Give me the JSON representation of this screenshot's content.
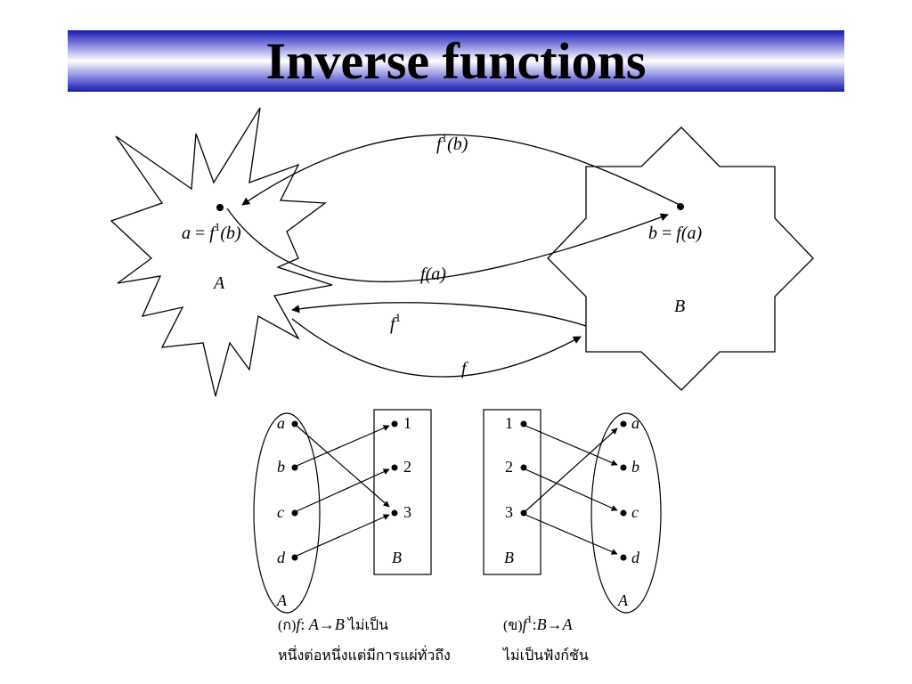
{
  "title": "Inverse functions",
  "top": {
    "set_a_label": "A",
    "set_b_label": "B",
    "point_a": {
      "lhs": "a",
      "eq": " = ",
      "fn": "f",
      "sup": "1",
      "arg": "(b)"
    },
    "point_b": {
      "lhs": "b",
      "eq": " = ",
      "fn": "f",
      "arg": "(a)"
    },
    "arrow_finv_b": {
      "fn": "f",
      "sup": "1",
      "arg": "(b)"
    },
    "arrow_f_a": {
      "fn": "f",
      "arg": "(a)"
    },
    "arrow_finv": {
      "fn": "f",
      "sup": "1"
    },
    "arrow_f": {
      "fn": "f"
    }
  },
  "left_mapping": {
    "domain_label": "A",
    "codomain_label": "B",
    "domain": [
      "a",
      "b",
      "c",
      "d"
    ],
    "codomain": [
      "1",
      "2",
      "3"
    ],
    "caption_line1_prefix": "(ก)",
    "caption_fn": "f",
    "caption_sep": ": ",
    "caption_from": "A",
    "caption_arrow": "→",
    "caption_to": "B",
    "caption_line1_suffix": " ไม่เป็น",
    "caption_line2": "หนึ่งต่อหนึ่งแต่มีการแผ่ทั่วถึง"
  },
  "right_mapping": {
    "domain_label": "B",
    "codomain_label": "A",
    "domain": [
      "1",
      "2",
      "3"
    ],
    "codomain": [
      "a",
      "b",
      "c",
      "d"
    ],
    "caption_line1_prefix": "(ข)",
    "caption_fn": "f",
    "caption_sup": "1",
    "caption_sep": ":",
    "caption_from": "B",
    "caption_arrow": "→",
    "caption_to": "A",
    "caption_line2": "ไม่เป็นฟังก์ชัน"
  }
}
